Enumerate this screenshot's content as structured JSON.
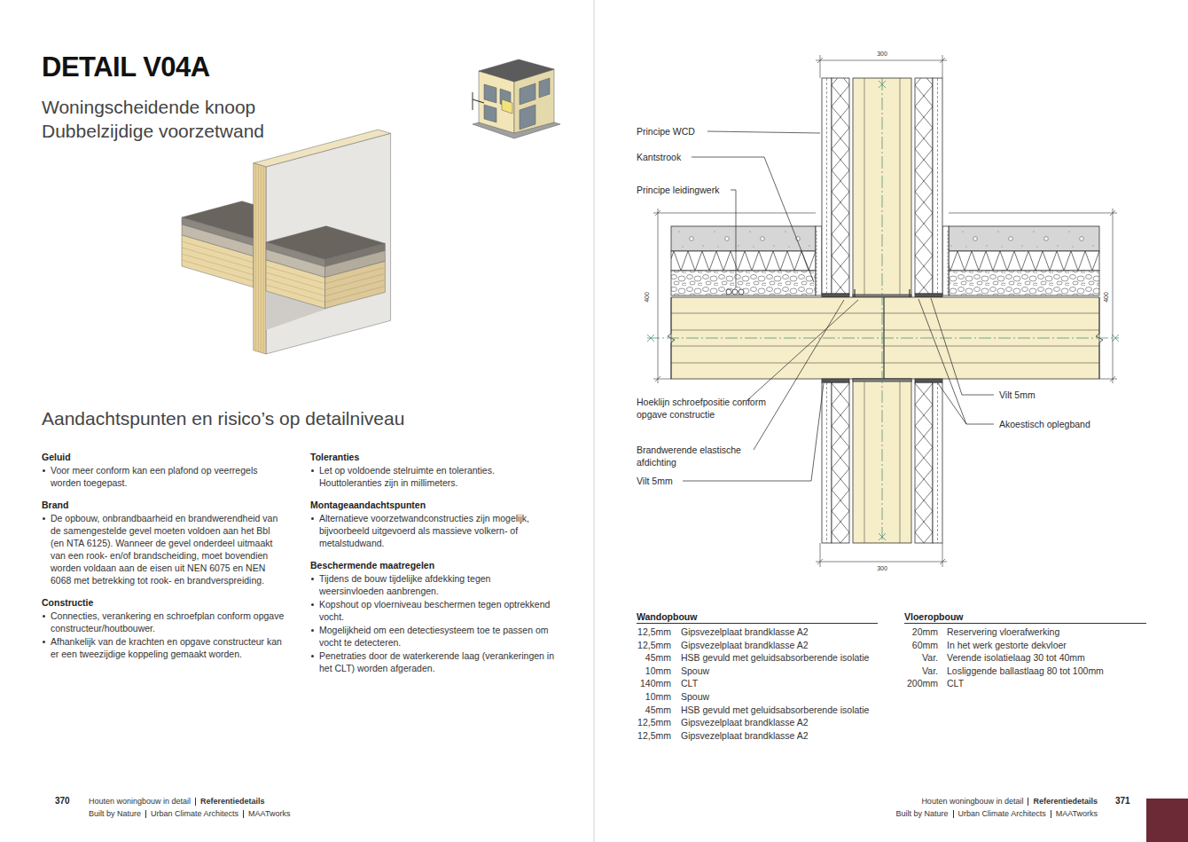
{
  "diagram": {
    "title": "DETAIL V04A",
    "labels": [
      "Woningscheidende knoop",
      "Dubbelzijdige voorzetwand",
      "Aandachtspunten en risico’s op detailniveau",
      "Geluid",
      "Voor meer conform kan een plafond op veerregels worden toegepast.",
      "Brand",
      "De opbouw, onbrandbaarheid en brandwerendheid van de samengestelde gevel moeten voldoen aan het Bbl (en NTA 6125). Wanneer de gevel onderdeel uitmaakt van een rook- en/of brandscheiding, moet bovendien worden voldaan aan de eisen uit NEN 6075 en NEN 6068 met betrekking tot rook- en brandverspreiding.",
      "Constructie",
      "Connecties, verankering en schroefplan conform opgave constructeur/houtbouwer.",
      "Afhankelijk van de krachten en opgave constructeur kan er een tweezijdige koppeling gemaakt worden.",
      "Toleranties",
      "Let op voldoende stelruimte en toleranties. Houttoleranties zijn in millimeters.",
      "Montageaandachtspunten",
      "Alternatieve voorzetwandconstructies zijn mogelijk, bijvoorbeeld uitgevoerd als massieve volkern- of metalstudwand.",
      "Beschermende maatregelen",
      "Tijdens de bouw tijdelijke afdekking tegen weersinvloeden aanbrengen.",
      "Kopshout op vloerniveau beschermen tegen optrekkend vocht.",
      "Mogelijkheid om een detectiesysteem toe te passen om vocht te detecteren.",
      "Penetraties door de waterkerende laag (verankeringen in het CLT) worden afgeraden.",
      "Principe WCD",
      "Kantstrook",
      "Principe leidingwerk",
      "Hoeklijn schroefpositie conform opgave constructie",
      "Brandwerende elastische afdichting",
      "Vilt 5mm",
      "Vilt 5mm",
      "Akoestisch oplegband",
      "300",
      "400",
      "400",
      "300",
      "Wandopbouw",
      "12,5mm",
      "Gipsvezelplaat brandklasse A2",
      "12,5mm",
      "Gipsvezelplaat brandklasse A2",
      "45mm",
      "HSB gevuld met geluidsabsorberende isolatie",
      "10mm",
      "Spouw",
      "140mm",
      "CLT",
      "10mm",
      "Spouw",
      "45mm",
      "HSB gevuld met geluidsabsorberende isolatie",
      "12,5mm",
      "Gipsvezelplaat brandklasse A2",
      "12,5mm",
      "Gipsvezelplaat brandklasse A2",
      "Vloeropbouw",
      "20mm",
      "Reservering vloerafwerking",
      "60mm",
      "In het werk gestorte dekvloer",
      "Var.",
      "Verende isolatielaag 30 tot 40mm",
      "Var.",
      "Losliggende ballastlaag 80 tot 100mm",
      "200mm",
      "CLT",
      "370",
      "Houten woningbouw in detail",
      "Referentiedetails",
      "Built by Nature",
      "Urban Climate Architects",
      "MAATworks",
      "Houten woningbouw in detail",
      "Referentiedetails",
      "371",
      "Built by Nature",
      "Urban Climate Architects",
      "MAATworks"
    ]
  }
}
